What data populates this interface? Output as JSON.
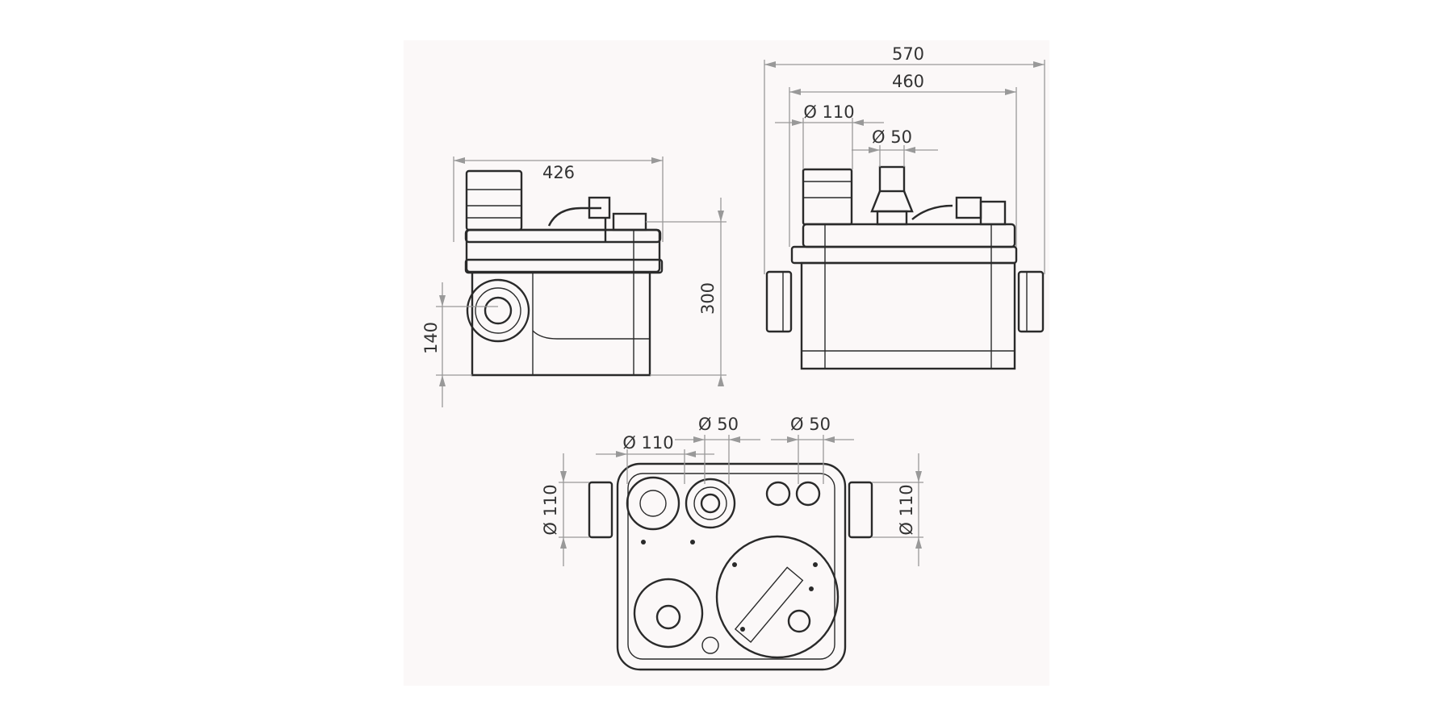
{
  "side_view": {
    "width_label": "426",
    "height_label": "300",
    "inlet_height_label": "140"
  },
  "front_view": {
    "overall_width_label": "570",
    "body_width_label": "460",
    "inlet_diameter_label": "Ø 110",
    "outlet_diameter_label": "Ø 50"
  },
  "top_view": {
    "inlet_top_label": "Ø 110",
    "outlet_label_1": "Ø 50",
    "outlet_label_2": "Ø 50",
    "left_inlet_label": "Ø 110",
    "right_inlet_label": "Ø 110"
  }
}
